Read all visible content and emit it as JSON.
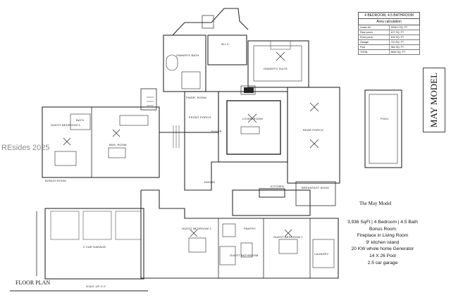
{
  "area_table": {
    "header": "4 BEDROOM, 4.5 BATHROOM",
    "subheader": "Area calculation",
    "rows": [
      {
        "label": "Under AC",
        "value": "3936.0 SQ. FT."
      },
      {
        "label": "Rear porch",
        "value": "427 SQ. FT."
      },
      {
        "label": "Front porch",
        "value": "109 SQ. FT."
      },
      {
        "label": "Garage",
        "value": "710 SQ. FT."
      },
      {
        "label": "Pool",
        "value": "364 SQ. FT."
      },
      {
        "label": "TOTAL",
        "value": "5546 SQ. FT."
      }
    ]
  },
  "side_title": "MAY MODEL",
  "watermark": "REsides 2025",
  "model_title": "The May Model",
  "features": [
    "3,936 SqFt | 4 Bedroom | 4.5 Bath",
    "Bonus Room",
    "Fireplace in Living Room",
    "9' kitchen island",
    "20 KW whole home Generator",
    "14 X 26 Pool",
    "2.5 car garage"
  ],
  "floor_plan_label": "FLOOR PLAN",
  "scale_label": "SCALE: 1/8\"=1'-0\"",
  "rooms": {
    "owners_bath": "OWNER'S BATH",
    "wic": "W.I.C.",
    "owners_suite": "OWNER'S SUITE",
    "living_room": "LIVING ROOM",
    "rear_porch": "REAR PORCH",
    "pool": "POOL",
    "guest_bedroom_3": "GUEST BEDROOM 3",
    "bath": "BATH",
    "bonus_room_inner": "BNS. ROOM",
    "bonus_room": "BONUS ROOM",
    "powder": "PWDR. ROOM",
    "front_porch": "FRONT PORCH",
    "foyer": "FOYER",
    "dining": "DINING",
    "kitchen": "KITCHEN",
    "breakfast_nook": "BREAKFAST NOOK",
    "garage": "2 CAR GARAGE",
    "guest_bedroom_2": "GUEST BEDROOM 2",
    "pantry": "PANTRY",
    "guest_bedroom_1": "GUEST BEDROOM 1",
    "guest_bath": "GUEST BATHROOM",
    "laundry": "LAUNDRY"
  }
}
